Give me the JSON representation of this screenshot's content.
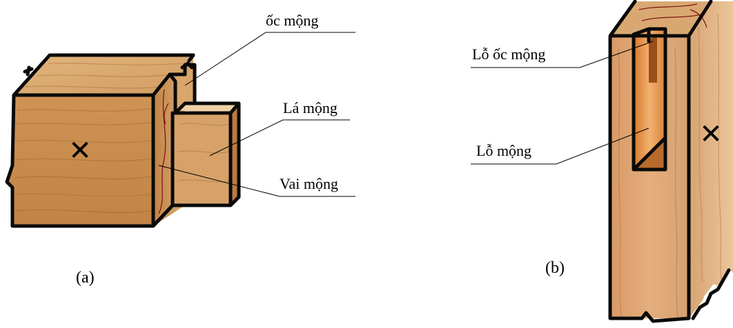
{
  "figure_a": {
    "caption": "(a)",
    "labels": {
      "oc_mong": "ốc mộng",
      "la_mong": "Lá mộng",
      "vai_mong": "Vai mộng"
    },
    "face_mark": "✕"
  },
  "figure_b": {
    "caption": "(b)",
    "labels": {
      "lo_oc_mong": "Lỗ ốc mộng",
      "lo_mong": "Lỗ mộng"
    },
    "face_mark": "✕"
  },
  "colors": {
    "wood_top": "#dcaa70",
    "wood_front": "#c98b4e",
    "wood_side": "#b5743a",
    "tenon_front": "#d7a26a",
    "post_front": "#dfa777",
    "post_side": "#e4b685",
    "slot_inner": "#e08a3c",
    "outline": "#0a0a0a"
  }
}
